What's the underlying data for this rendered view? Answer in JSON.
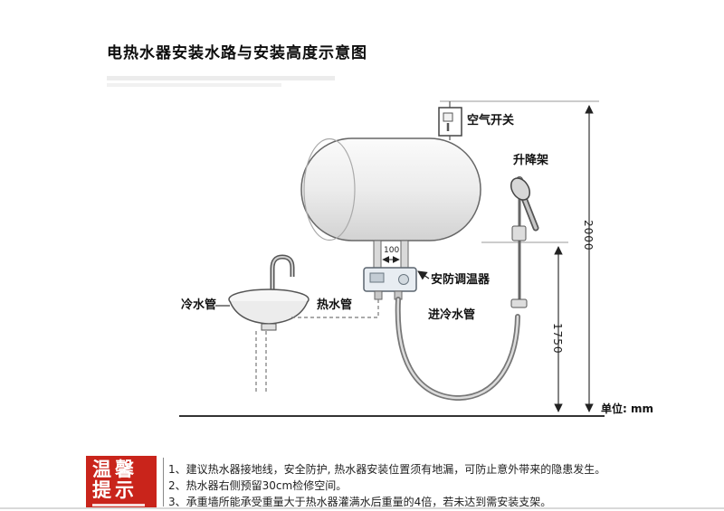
{
  "title": "电热水器安装水路与安装高度示意图",
  "diagram": {
    "air_switch_label": "空气开关",
    "lift_rail_label": "升降架",
    "thermostat_label": "安防调温器",
    "cold_pipe_label": "冷水管",
    "hot_pipe_label": "热水管",
    "inlet_pipe_label": "进冷水管",
    "dim_total_height": "2000",
    "dim_inlet_height": "1750",
    "dim_pipe_gap": "100",
    "unit_label": "单位: mm"
  },
  "tips": {
    "badge_line1": "温馨",
    "badge_line2": "提示",
    "items": [
      "1、建议热水器接地线，安全防护, 热水器安装位置须有地漏，可防止意外带来的隐患发生。",
      "2、热水器右侧预留30cm检修空间。",
      "3、承重墙所能承受重量大于热水器灌满水后重量的4倍，若未达到需安装支架。"
    ]
  },
  "colors": {
    "badge_red": "#c9241b",
    "line_dark": "#333333",
    "tank_fill_light": "#fbfbfb",
    "tank_fill_dark": "#d2d2d2"
  }
}
